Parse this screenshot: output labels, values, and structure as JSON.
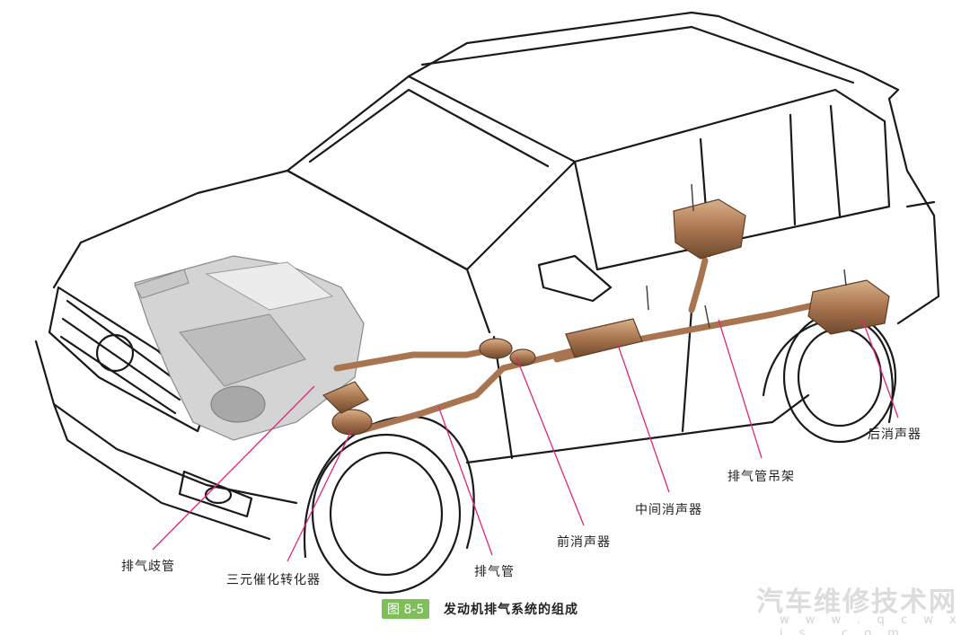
{
  "labels": {
    "exhaust_manifold": "排气歧管",
    "catalytic_converter": "三元催化转化器",
    "exhaust_pipe": "排气管",
    "front_muffler": "前消声器",
    "middle_muffler": "中间消声器",
    "pipe_hanger": "排气管吊架",
    "rear_muffler": "后消声器"
  },
  "caption": {
    "figure_number": "图 8-5",
    "title": "发动机排气系统的组成"
  },
  "watermark": {
    "text": "汽车维修技术网",
    "url": "w w w . q c w x j s . c o m"
  },
  "colors": {
    "callout": "#e0267a",
    "exhaust": "#a97550",
    "caption_badge": "#7fbf5a"
  }
}
